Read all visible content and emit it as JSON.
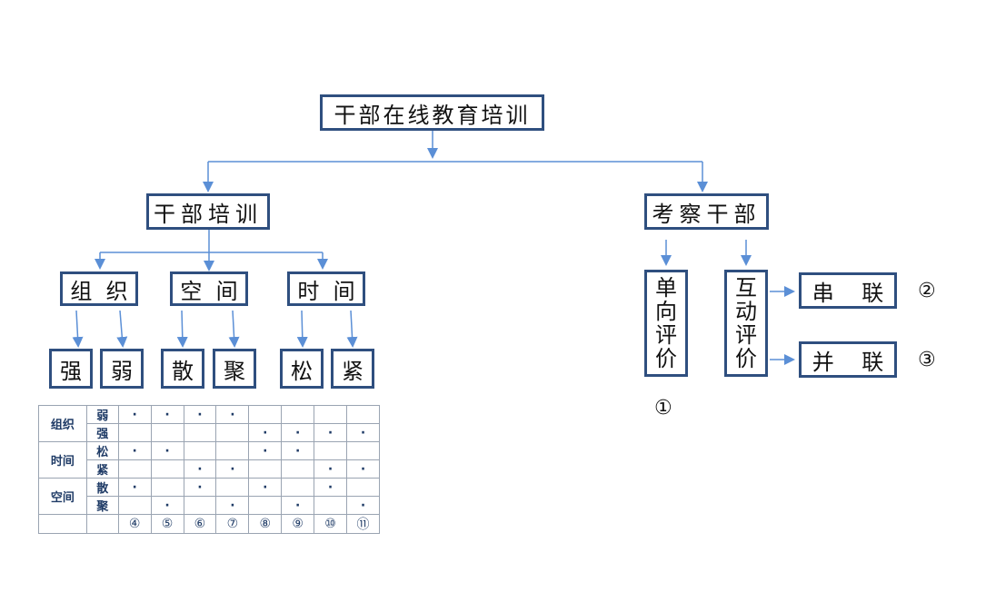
{
  "root": "干部在线教育培训",
  "left": {
    "title": "干部培训",
    "groups": [
      "组  织",
      "空  间",
      "时  间"
    ],
    "leaves": [
      "强",
      "弱",
      "散",
      "聚",
      "松",
      "紧"
    ]
  },
  "right": {
    "title": "考察干部",
    "vertical": [
      [
        "单",
        "向",
        "评",
        "价"
      ],
      [
        "互",
        "动",
        "评",
        "价"
      ]
    ],
    "modes": [
      "串    联",
      "并    联"
    ],
    "markers": [
      "①",
      "②",
      "③"
    ]
  },
  "table": {
    "groups": [
      "组织",
      "时间",
      "空间"
    ],
    "subs": [
      "弱",
      "强",
      "松",
      "紧",
      "散",
      "聚"
    ],
    "marks": [
      [
        1,
        1,
        1,
        1,
        0,
        0,
        0,
        0
      ],
      [
        0,
        0,
        0,
        0,
        1,
        1,
        1,
        1
      ],
      [
        1,
        1,
        0,
        0,
        1,
        1,
        0,
        0
      ],
      [
        0,
        0,
        1,
        1,
        0,
        0,
        1,
        1
      ],
      [
        1,
        0,
        1,
        0,
        1,
        0,
        1,
        0
      ],
      [
        0,
        1,
        0,
        1,
        0,
        1,
        0,
        1
      ]
    ],
    "mark_symbol": "·",
    "columns": [
      "④",
      "⑤",
      "⑥",
      "⑦",
      "⑧",
      "⑨",
      "⑩",
      "⑪"
    ]
  }
}
